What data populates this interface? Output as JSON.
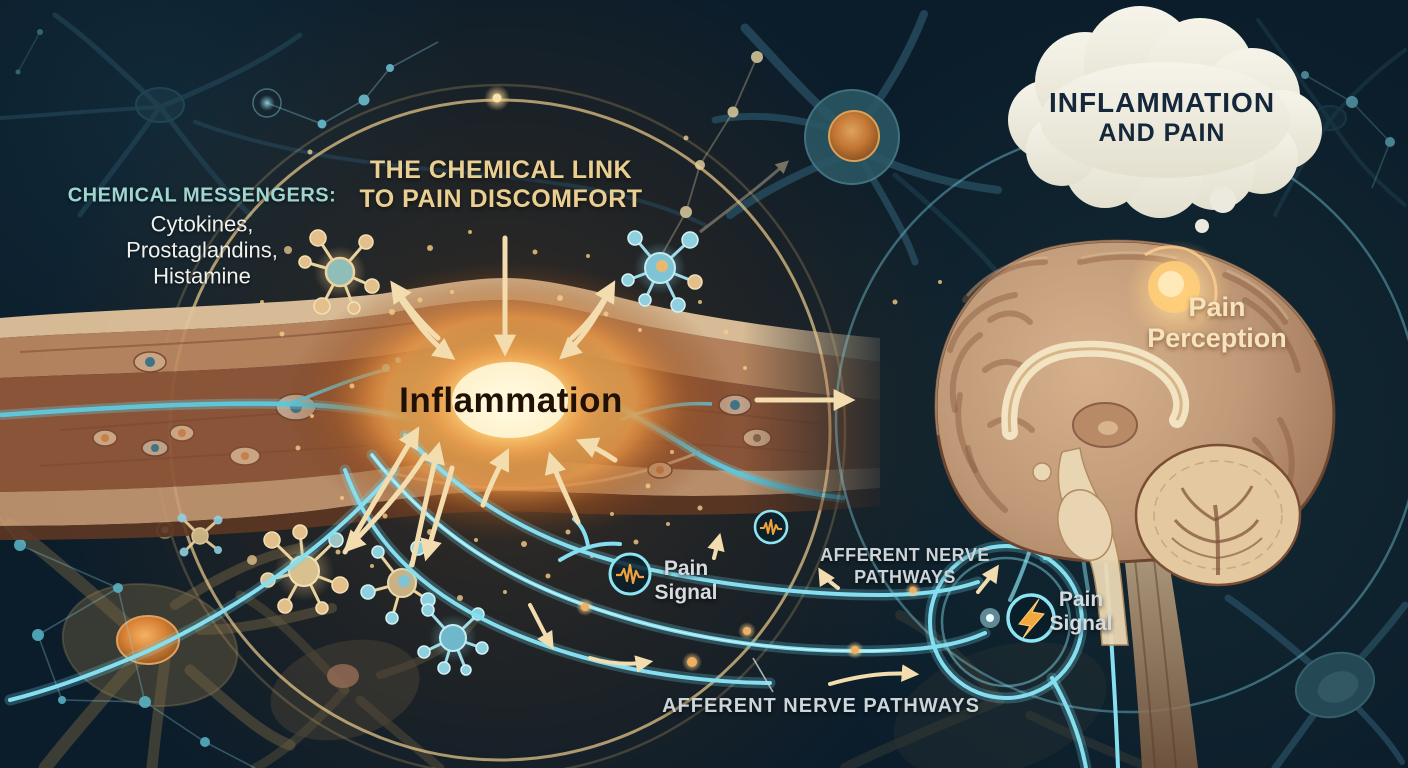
{
  "thought_cloud": {
    "line1": "INFLAMMATION",
    "line2": "AND PAIN"
  },
  "subtitle": {
    "line1": "THE CHEMICAL LINK",
    "line2": "TO PAIN DISCOMFORT"
  },
  "chemical_messengers": {
    "heading": "CHEMICAL MESSENGERS:",
    "items": [
      "Cytokines,",
      "Prostaglandins,",
      "Histamine"
    ]
  },
  "inflammation_label": "Inflammation",
  "pain_perception": {
    "line1": "Pain",
    "line2": "Perception"
  },
  "pain_signal_a": {
    "line1": "Pain",
    "line2": "Signal"
  },
  "pain_signal_b": {
    "line1": "Pain",
    "line2": "Signal"
  },
  "afferent_upper": {
    "line1": "AFFERENT NERVE",
    "line2": "PATHWAYS"
  },
  "afferent_lower": "AFFERENT NERVE PATHWAYS",
  "icons": {
    "pain_signal_a": "ecg-waveform-icon",
    "pain_signal_mid": "ecg-waveform-icon",
    "pain_signal_b": "lightning-bolt-icon",
    "thought_cloud": "thought-cloud-shape"
  },
  "colors": {
    "background": "#0b1d2b",
    "cloud_fill": "#efede1",
    "cloud_text": "#15273a",
    "title_gold": "#e9cf92",
    "messengers_teal": "#9fd6d0",
    "body_text": "#eef1ec",
    "inflammation_glow": "#f6b55a",
    "inflammation_text": "#201104",
    "nerve_cyan": "#7fdbec",
    "arrow_cream": "#f3ddae",
    "label_gray": "#ccd5da",
    "brain_tan": "#c49a79",
    "pain_spot_orange": "#f59b3c"
  }
}
